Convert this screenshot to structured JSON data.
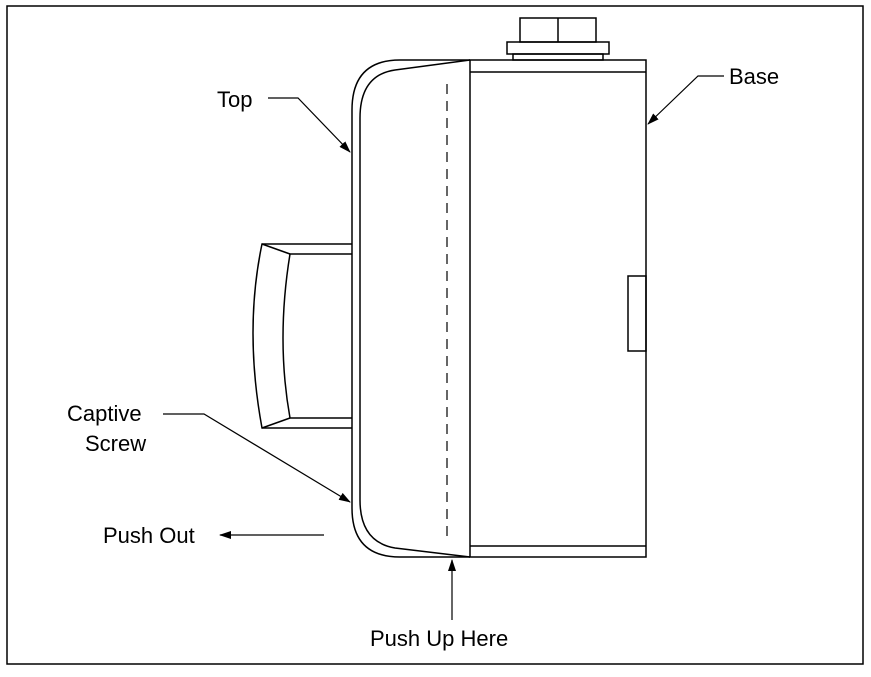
{
  "labels": {
    "top": "Top",
    "base": "Base",
    "captive_screw_line1": "Captive",
    "captive_screw_line2": "Screw",
    "push_out": "Push Out",
    "push_up_here": "Push Up Here"
  }
}
